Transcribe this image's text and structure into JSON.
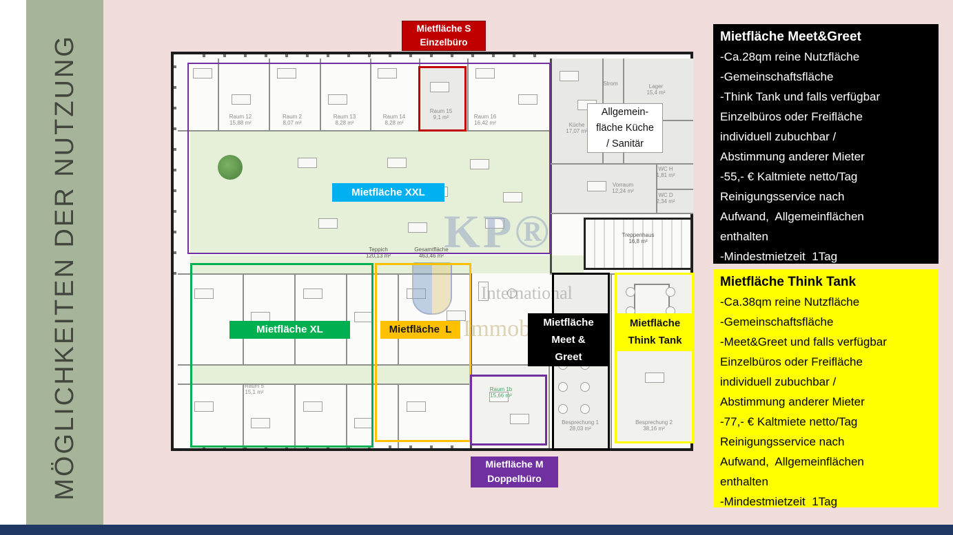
{
  "sidebar": {
    "title": "MÖGLICHKEITEN DER NUTZUNG"
  },
  "colors": {
    "red": "#c00000",
    "blue": "#00b0f0",
    "green": "#00b050",
    "orange": "#ffc000",
    "purple": "#7030a0",
    "yellow": "#ffff00",
    "navy": "#1f3864",
    "sage": "#a6b49a",
    "pink": "#f0dcda",
    "carpet": "#e6efd7"
  },
  "overlays": {
    "s": {
      "label": "Mietfläche S\nEinzelbüro",
      "color": "#c00000"
    },
    "xxl": {
      "label": "Mietfläche XXL",
      "color": "#00b0f0"
    },
    "xl": {
      "label": "Mietfläche XL",
      "color": "#00b050"
    },
    "l": {
      "label": "Mietfläche  L",
      "color": "#ffc000"
    },
    "meet_greet": {
      "label": "Mietfläche\nMeet &\nGreet",
      "color": "#000000"
    },
    "think_tank": {
      "label": "Mietfläche\nThink Tank",
      "color": "#ffff00"
    },
    "m": {
      "label": "Mietfläche M\nDoppelbüro",
      "color": "#7030a0"
    },
    "common": {
      "label": "Allgemein-\nfläche Küche\n/ Sanitär",
      "color": "#ffffff"
    }
  },
  "rooms": [
    {
      "name": "Raum 12",
      "area": "15,88 m²"
    },
    {
      "name": "Raum 2",
      "area": "8,07 m²"
    },
    {
      "name": "Raum 13",
      "area": "8,28 m²"
    },
    {
      "name": "Raum 14",
      "area": "8,28 m²"
    },
    {
      "name": "Raum 15",
      "area": "9,1 m²"
    },
    {
      "name": "Raum 16",
      "area": "16,42 m²"
    },
    {
      "name": "Küche",
      "area": "17,07 m²"
    },
    {
      "name": "Lager",
      "area": "15,4 m²"
    },
    {
      "name": "Strom",
      "area": ""
    },
    {
      "name": "WC H",
      "area": "1,81 m²"
    },
    {
      "name": "WC D",
      "area": "2,34 m²"
    },
    {
      "name": "Vorraum",
      "area": "12,24 m²"
    },
    {
      "name": "Treppenhaus",
      "area": "16,8 m²"
    },
    {
      "name": "Teppich",
      "area": "120,13 m²"
    },
    {
      "name": "Gesamtfläche",
      "area": "463,46 m²"
    },
    {
      "name": "Raum 5",
      "area": "15,1 m²"
    },
    {
      "name": "Raum 1b",
      "area": "15,66 m²"
    },
    {
      "name": "Besprechung 1",
      "area": "28,03 m²"
    },
    {
      "name": "Besprechung 2",
      "area": "38,16 m²"
    }
  ],
  "watermark": {
    "brand": "KP®",
    "line1": "International",
    "line2": "Immobilien"
  },
  "info_boxes": [
    {
      "title": "Mietfläche Meet&Greet",
      "body": "-Ca.28qm reine Nutzfläche\n-Gemeinschaftsfläche\n-Think Tank und falls verfügbar\nEinzelbüros oder Freifläche\nindividuell zubuchbar /\nAbstimmung anderer Mieter\n-55,- € Kaltmiete netto/Tag\nReinigungsservice nach\nAufwand,  Allgemeinflächen\nenthalten\n-Mindestmietzeit  1Tag",
      "bg": "#000000",
      "fg": "#ffffff"
    },
    {
      "title": "Mietfläche Think Tank",
      "body": "-Ca.38qm reine Nutzfläche\n-Gemeinschaftsfläche\n-Meet&Greet und falls verfügbar\nEinzelbüros oder Freifläche\nindividuell zubuchbar /\nAbstimmung anderer Mieter\n-77,- € Kaltmiete netto/Tag\nReinigungsservice nach\nAufwand,  Allgemeinflächen\nenthalten\n-Mindestmietzeit  1Tag",
      "bg": "#ffff00",
      "fg": "#000000"
    }
  ]
}
